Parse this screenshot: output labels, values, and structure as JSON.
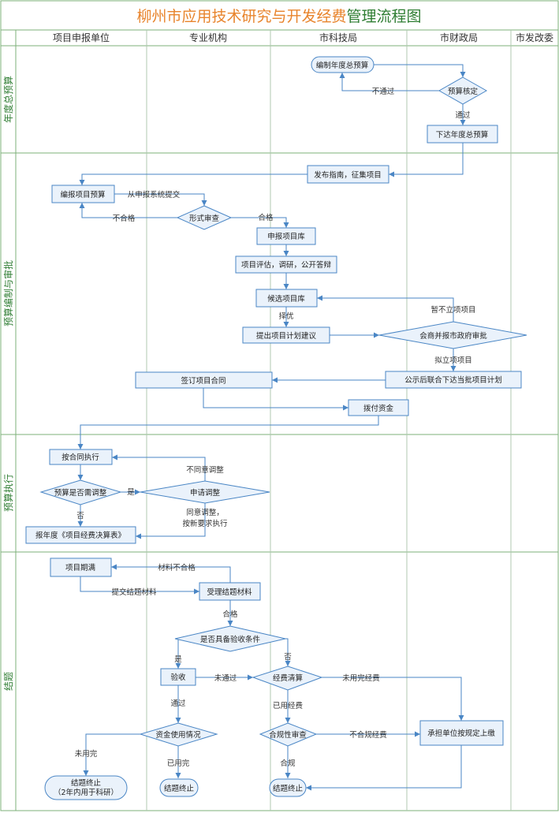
{
  "title": {
    "segments": [
      {
        "text": "柳州市应用技术研究与开发经费",
        "color": "#e8842c"
      },
      {
        "text": "管理流程图",
        "color": "#2e7d32"
      }
    ]
  },
  "columns": [
    "项目申报单位",
    "专业机构",
    "市科技局",
    "市财政局",
    "市发改委"
  ],
  "lanes": [
    "年度总预算",
    "预算编制与审批",
    "预算执行",
    "结题"
  ],
  "colors": {
    "accent": "#4a86c5",
    "fill": "#eaf2fb",
    "grid": "#7db07a"
  },
  "nodes": {
    "n1": "编制年度总预算",
    "n2": "预算核定",
    "n3": "下达年度总预算",
    "n4": "发布指南，征集项目",
    "n5": "编报项目预算",
    "n6": "形式审查",
    "n7": "申报项目库",
    "n8": "项目评估，调研，公开答辩",
    "n9": "候选项目库",
    "n10": "提出项目计划建议",
    "n11": "会商并报市政府审批",
    "n12": "公示后联合下达当批项目计划",
    "n13": "签订项目合同",
    "n14": "拨付资金",
    "n15": "按合同执行",
    "n16": "预算是否需调整",
    "n17": "申请调整",
    "n18": "报年度《项目经费决算表》",
    "n19": "项目期满",
    "n20": "受理结题材料",
    "n21": "是否具备验收条件",
    "n22": "验收",
    "n23": "经费清算",
    "n24": "资金使用情况",
    "n25": "合规性审查",
    "n26": "承担单位按规定上缴",
    "n27a": "结题终止",
    "n27b": "（2年内用于科研）",
    "n28": "结题终止",
    "n29": "结题终止"
  },
  "edge_labels": {
    "e1": "不通过",
    "e2": "通过",
    "e3": "从申报系统提交",
    "e4": "不合格",
    "e5": "合格",
    "e6": "择优",
    "e7": "暂不立项项目",
    "e8": "拟立项项目",
    "e9": "是",
    "e10": "不同意调整",
    "e11a": "同意调整，",
    "e11b": "按新要求执行",
    "e12": "否",
    "e13": "材料不合格",
    "e14": "提交结题材料",
    "e15": "合格",
    "e16": "是",
    "e17": "否",
    "e18": "未通过",
    "e19": "未用完经费",
    "e20": "通过",
    "e21": "已用经费",
    "e22": "不合规经费",
    "e23": "未用完",
    "e24": "已用完",
    "e25": "合规"
  }
}
